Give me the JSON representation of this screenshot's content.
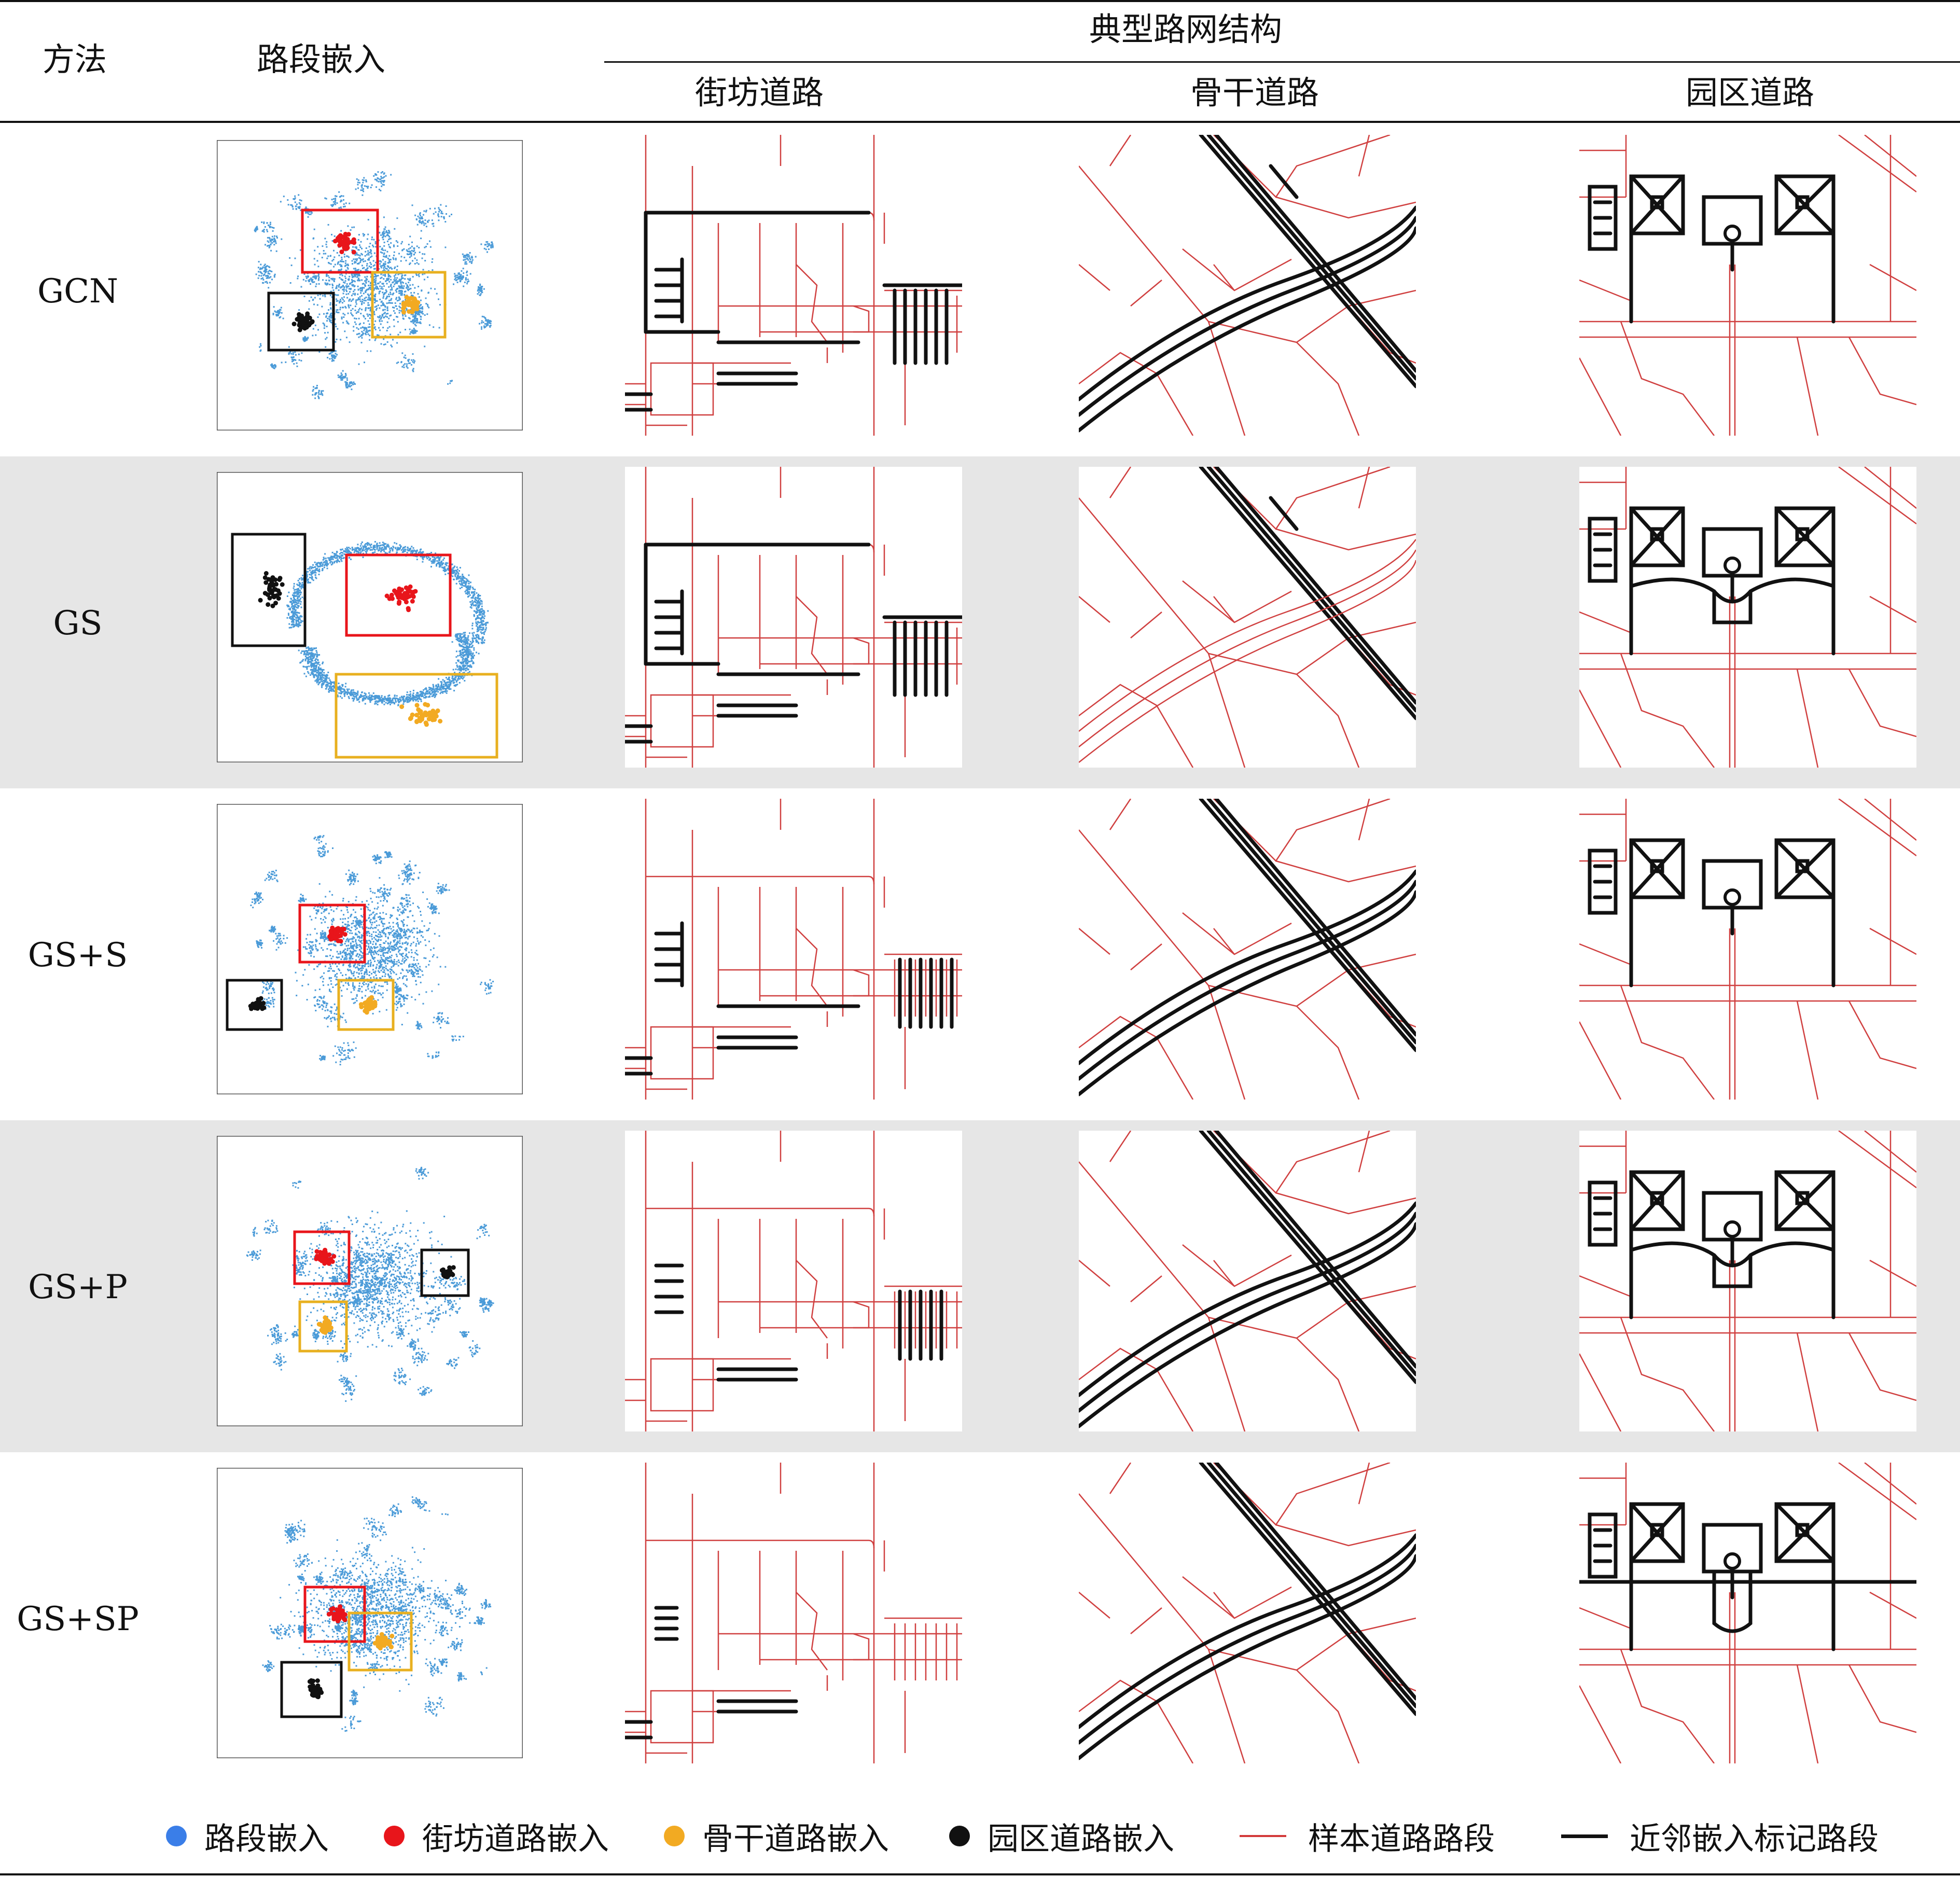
{
  "headers": {
    "method": "方法",
    "embedding": "路段嵌入",
    "typical": "典型路网结构",
    "street": "街坊道路",
    "arterial": "骨干道路",
    "park": "园区道路"
  },
  "rows": [
    {
      "method": "GCN",
      "shaded": false
    },
    {
      "method": "GS",
      "shaded": true
    },
    {
      "method": "GS+S",
      "shaded": false
    },
    {
      "method": "GS+P",
      "shaded": true
    },
    {
      "method": "GS+SP",
      "shaded": false
    }
  ],
  "legend": [
    {
      "label": "路段嵌入",
      "color": "#3a7ee8",
      "kind": "dot"
    },
    {
      "label": "街坊道路嵌入",
      "color": "#e8151b",
      "kind": "dot"
    },
    {
      "label": "骨干道路嵌入",
      "color": "#f2aa22",
      "kind": "dot"
    },
    {
      "label": "园区道路嵌入",
      "color": "#111111",
      "kind": "dot"
    },
    {
      "label": "样本道路路段",
      "color": "#d33a3a",
      "kind": "line"
    },
    {
      "label": "近邻嵌入标记路段",
      "color": "#111111",
      "kind": "line"
    }
  ],
  "colors": {
    "embedding_point": "#4b9bd8",
    "street_box": "#e8151b",
    "arterial_box": "#e8b020",
    "park_box": "#111111",
    "sample_road": "#d04040",
    "marked_road": "#111111",
    "shade": "#e6e6e6"
  }
}
